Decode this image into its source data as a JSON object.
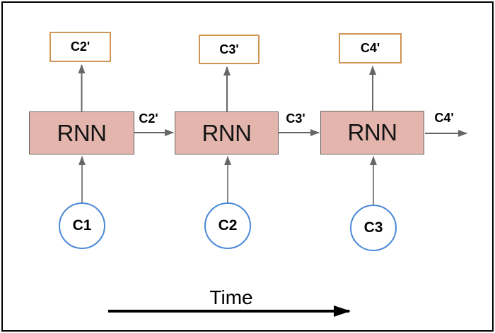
{
  "diagram": {
    "type": "rnn-unrolled-over-time",
    "time_axis_label": "Time",
    "colors": {
      "rnn_fill": "#e3b5ad",
      "rnn_border": "#666666",
      "output_box_border": "#cf9555",
      "input_circle_border": "#4a89d8",
      "arrow": "#666666",
      "time_arrow": "#000000",
      "frame_border": "#000000"
    },
    "units": [
      {
        "block_label": "RNN",
        "input_label": "C1",
        "output_label": "C2'",
        "state_out_label": "C2'"
      },
      {
        "block_label": "RNN",
        "input_label": "C2",
        "output_label": "C3'",
        "state_out_label": "C3'"
      },
      {
        "block_label": "RNN",
        "input_label": "C3",
        "output_label": "C4'",
        "state_out_label": "C4'"
      }
    ]
  }
}
